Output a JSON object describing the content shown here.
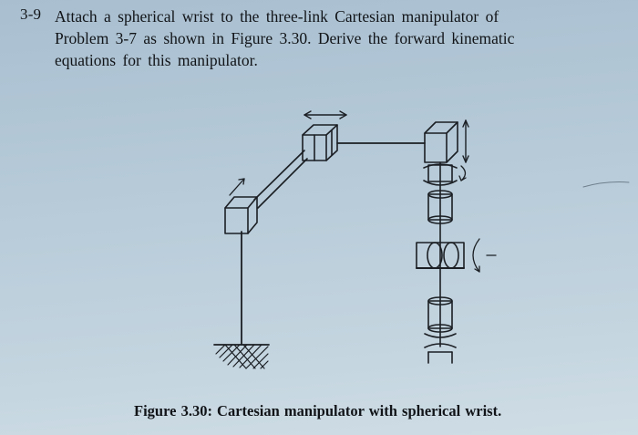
{
  "problem": {
    "number": "3-9",
    "lines": [
      "Attach a spherical wrist to the three-link Cartesian manipulator of",
      "Problem 3-7 as shown in Figure 3.30. Derive the forward kinematic",
      "equations for this manipulator."
    ]
  },
  "figure": {
    "caption": "Figure 3.30: Cartesian manipulator with spherical wrist."
  }
}
